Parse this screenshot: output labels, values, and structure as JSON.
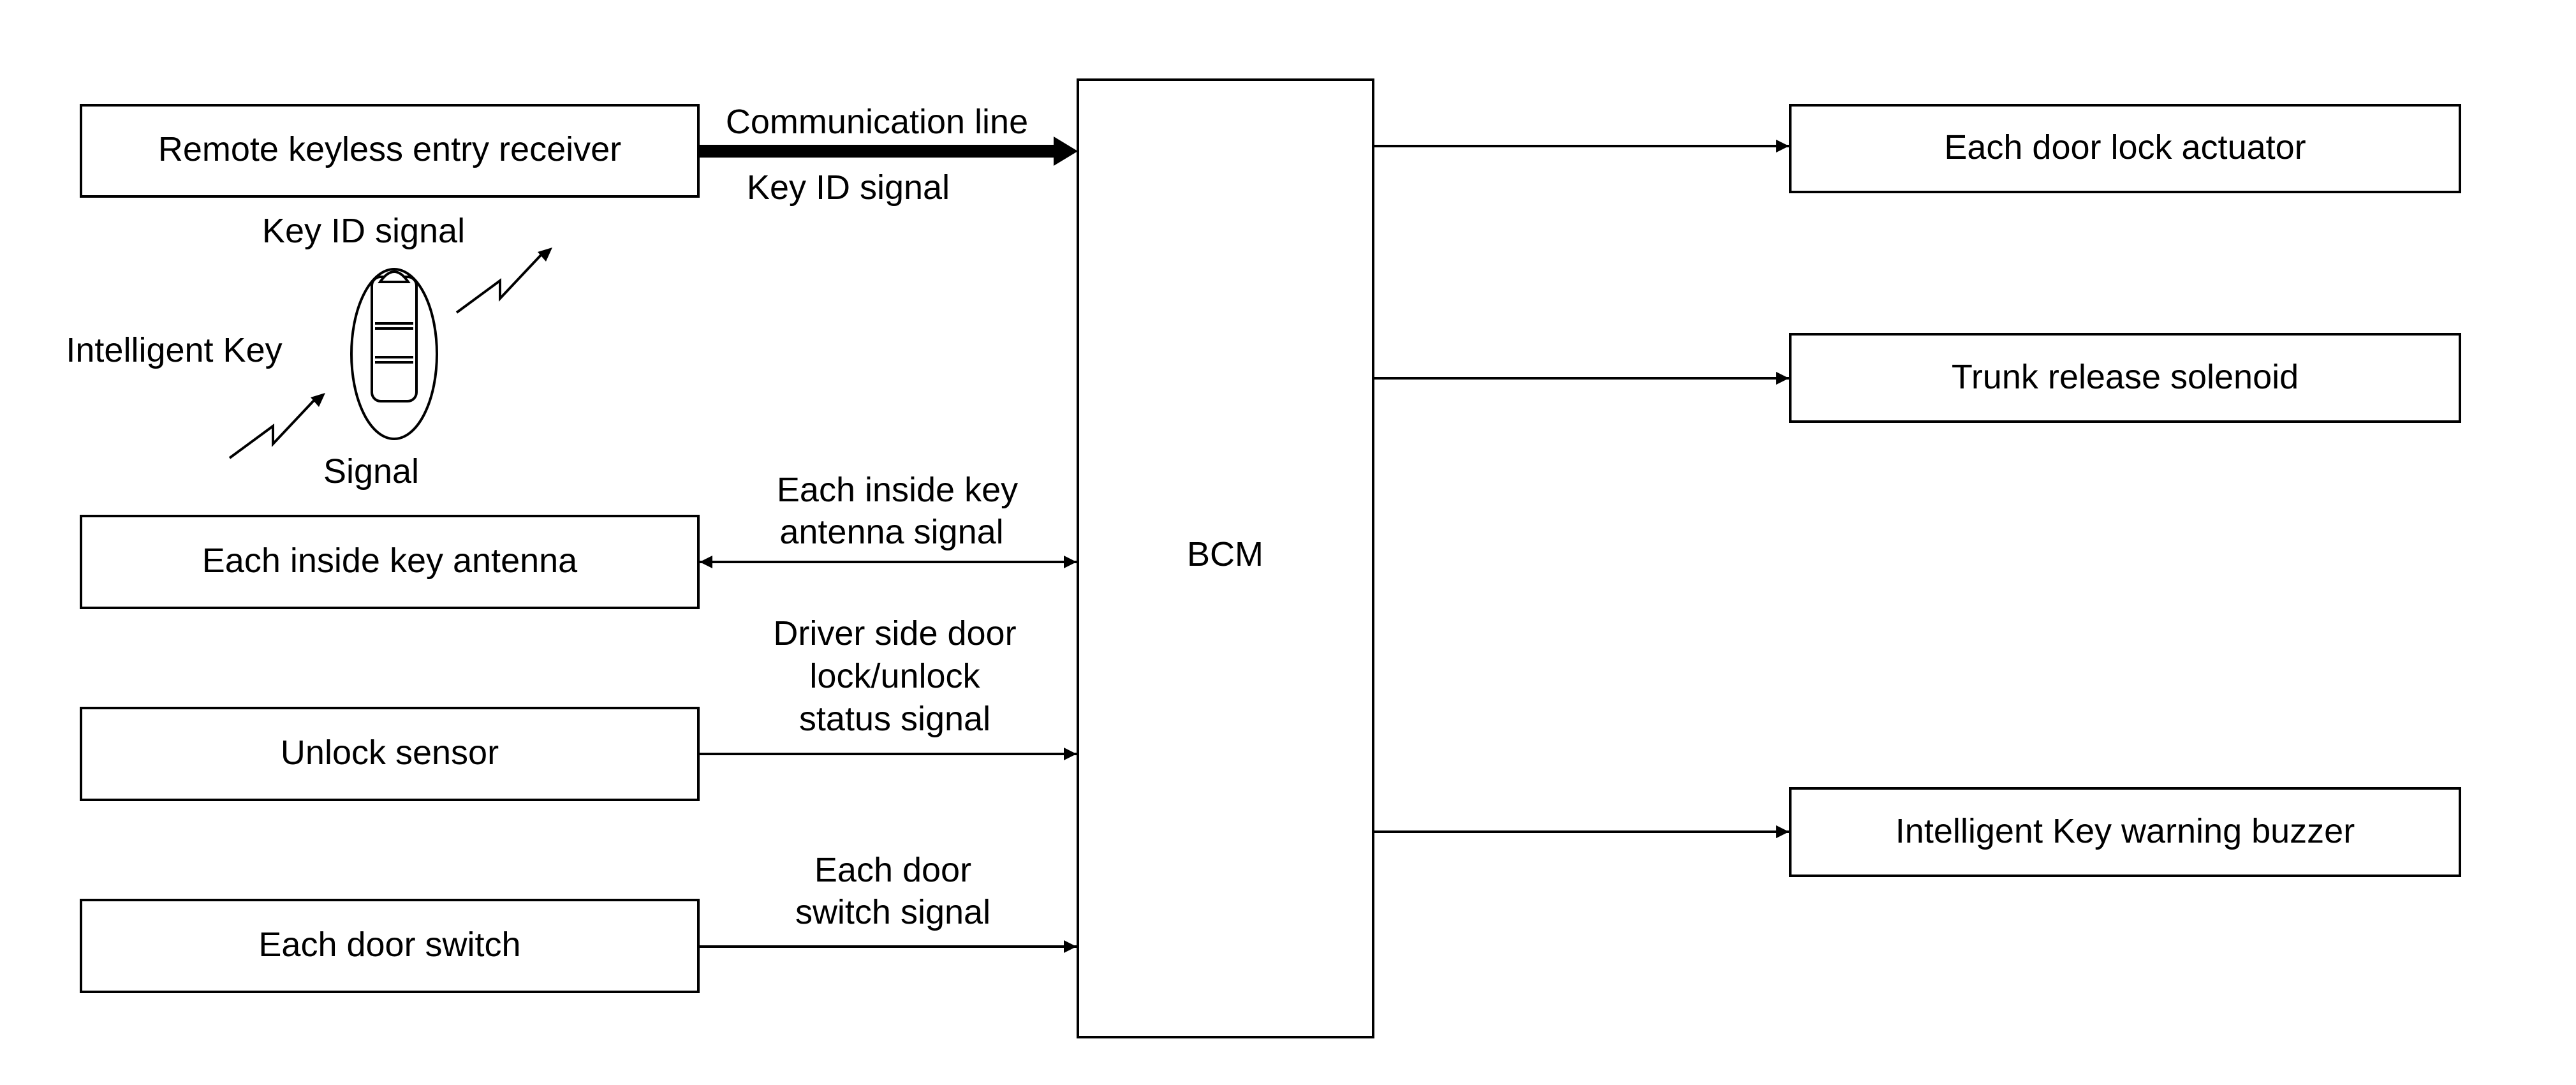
{
  "bcm": {
    "label": "BCM"
  },
  "inputs": {
    "remote_receiver": "Remote keyless entry receiver",
    "inside_antenna": "Each inside key antenna",
    "unlock_sensor": "Unlock sensor",
    "door_switch": "Each door switch"
  },
  "outputs": {
    "door_lock_actuator": "Each door lock actuator",
    "trunk_solenoid": "Trunk release solenoid",
    "warning_buzzer": "Intelligent Key warning buzzer"
  },
  "signals": {
    "communication_line": "Communication line",
    "key_id_signal": "Key ID signal",
    "antenna_signal_1": "Each inside key",
    "antenna_signal_2": "antenna signal",
    "unlock_status_1": "Driver side door",
    "unlock_status_2": "lock/unlock",
    "unlock_status_3": "status signal",
    "door_switch_signal_1": "Each door",
    "door_switch_signal_2": "switch signal"
  },
  "key_fob": {
    "key_id_label": "Key ID signal",
    "name_label": "Intelligent Key",
    "signal_label": "Signal"
  }
}
